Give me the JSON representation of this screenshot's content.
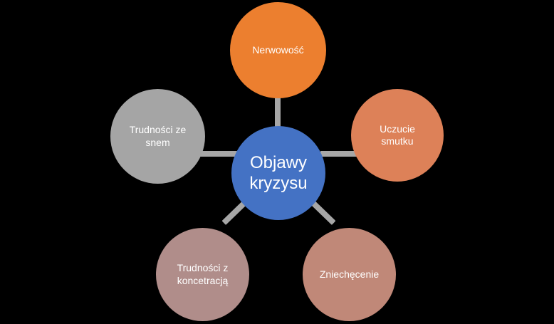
{
  "diagram": {
    "type": "radial-hub-and-spoke",
    "language": "pl",
    "background_color": "#000000",
    "center": {
      "id": "objawy-kryzysu",
      "label": "Objawy\nkryzysu",
      "color": "#4472C4",
      "text_color": "#FFFFFF"
    },
    "nodes": [
      {
        "id": "nerwowosc",
        "label": "Nerwowość",
        "position": "top",
        "color": "#EC7F2F",
        "text_color": "#FFFFFF"
      },
      {
        "id": "uczucie-smutku",
        "label": "Uczucie\nsmutku",
        "position": "right",
        "color": "#DD8158",
        "text_color": "#FFFFFF"
      },
      {
        "id": "zniechecenie",
        "label": "Zniechęcenie",
        "position": "bottom-right",
        "color": "#C08878",
        "text_color": "#FFFFFF"
      },
      {
        "id": "trudnosci-z-koncetracja",
        "label": "Trudności z\nkoncetracją",
        "position": "bottom-left",
        "color": "#B08D8A",
        "text_color": "#FFFFFF"
      },
      {
        "id": "trudnosci-ze-snem",
        "label": "Trudności ze\nsnem",
        "position": "left",
        "color": "#A5A5A5",
        "text_color": "#FFFFFF"
      }
    ],
    "connectors": {
      "color": "#A6A6A6",
      "count": 5
    }
  }
}
